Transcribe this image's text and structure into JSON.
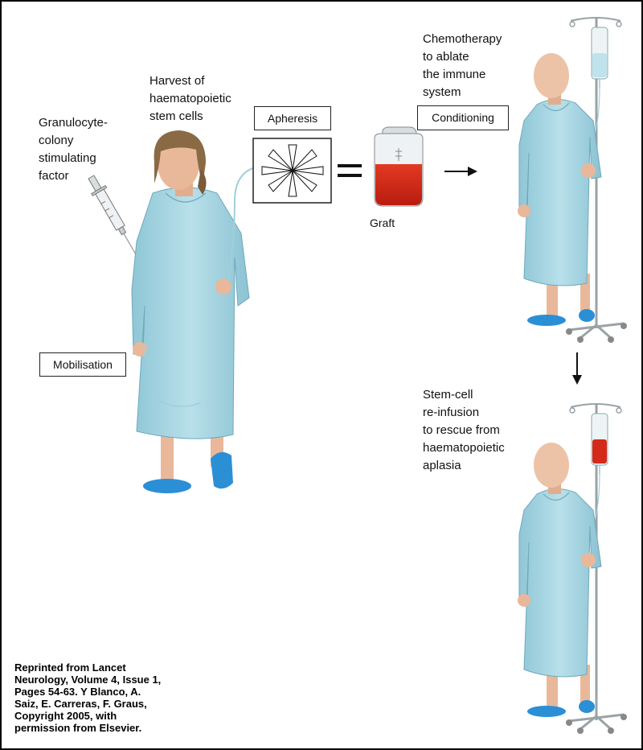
{
  "labels": {
    "gcsf": "Granulocyte-\ncolony\nstimulating\nfactor",
    "harvest": "Harvest of\nhaematopoietic\nstem cells",
    "chemo": "Chemotherapy\nto ablate\nthe immune\nsystem",
    "reinfusion": "Stem-cell\nre-infusion\nto rescue from\nhaematopoietic\naplasia",
    "graft": "Graft"
  },
  "boxes": {
    "mobilisation": "Mobilisation",
    "apheresis": "Apheresis",
    "conditioning": "Conditioning"
  },
  "credit": "Reprinted from Lancet\nNeurology, Volume 4, Issue 1,\nPages 54-63. Y Blanco, A.\nSaiz, E. Carreras, F. Graus,\nCopyright 2005, with\npermission from Elsevier.",
  "colors": {
    "gown": "#a9d6e3",
    "slipper": "#2b8fd6",
    "blood": "#d42a1a",
    "skin": "#e9b89a",
    "hair": "#8a6a45"
  },
  "icons": [
    "syringe-icon",
    "apheresis-machine-icon",
    "blood-bag-icon",
    "iv-stand-icon",
    "arrow-right-icon",
    "arrow-down-icon",
    "equals-icon"
  ]
}
